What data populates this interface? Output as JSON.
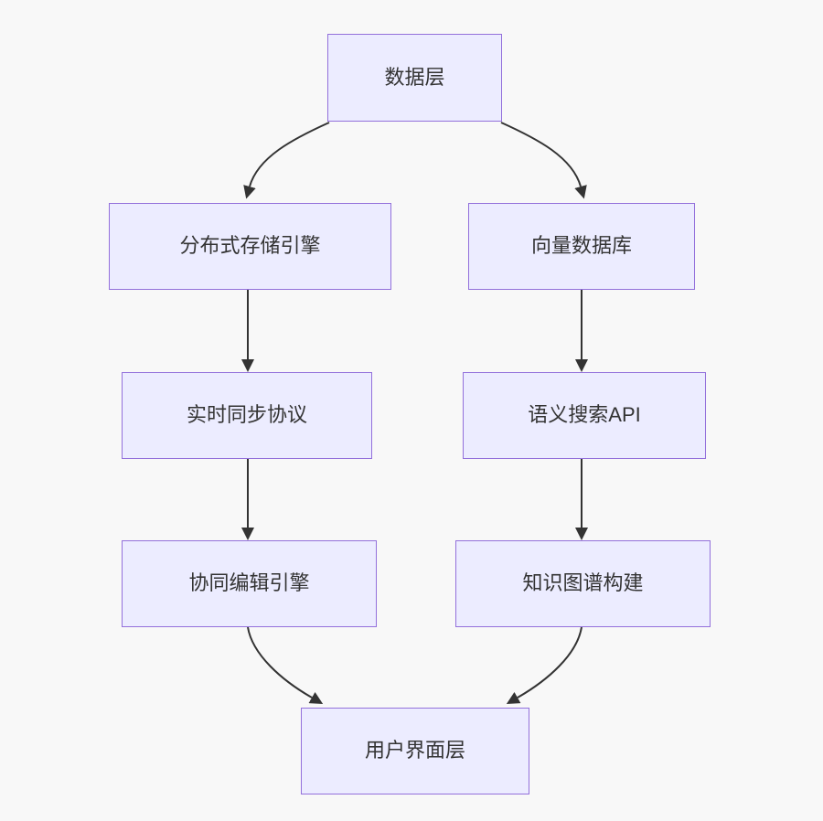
{
  "theme": {
    "background": "#f8f8f8",
    "node_fill": "#ececff",
    "node_border": "#9370db",
    "edge_color": "#333333",
    "text_color": "#333333"
  },
  "diagram": {
    "type": "flowchart",
    "direction": "top-down",
    "nodes": [
      {
        "id": "data-layer",
        "label": "数据层"
      },
      {
        "id": "distributed-storage-engine",
        "label": "分布式存储引擎"
      },
      {
        "id": "vector-database",
        "label": "向量数据库"
      },
      {
        "id": "realtime-sync-protocol",
        "label": "实时同步协议"
      },
      {
        "id": "semantic-search-api",
        "label": "语义搜索API"
      },
      {
        "id": "collaborative-editing-engine",
        "label": "协同编辑引擎"
      },
      {
        "id": "knowledge-graph-construction",
        "label": "知识图谱构建"
      },
      {
        "id": "user-interface-layer",
        "label": "用户界面层"
      }
    ],
    "edges": [
      {
        "from": "数据层",
        "to": "分布式存储引擎"
      },
      {
        "from": "数据层",
        "to": "向量数据库"
      },
      {
        "from": "分布式存储引擎",
        "to": "实时同步协议"
      },
      {
        "from": "向量数据库",
        "to": "语义搜索API"
      },
      {
        "from": "实时同步协议",
        "to": "协同编辑引擎"
      },
      {
        "from": "语义搜索API",
        "to": "知识图谱构建"
      },
      {
        "from": "协同编辑引擎",
        "to": "用户界面层"
      },
      {
        "from": "知识图谱构建",
        "to": "用户界面层"
      }
    ]
  }
}
